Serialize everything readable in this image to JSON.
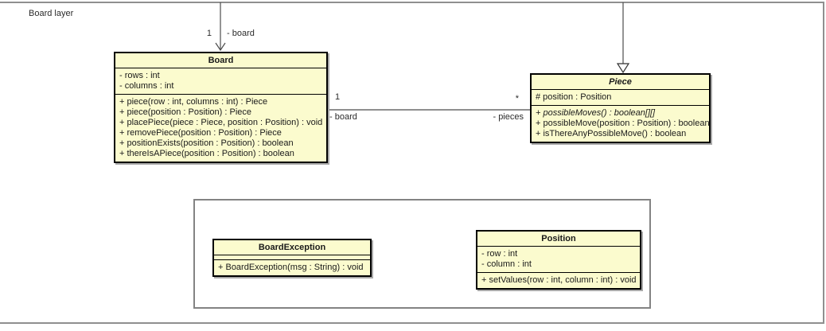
{
  "diagram": {
    "layer_label": "Board layer",
    "colors": {
      "class_fill": "#FBFBCE",
      "class_border": "#000000",
      "frame_border": "#8F8F8F",
      "connector": "#4C4C4C",
      "shadow": "#A8A8A8"
    }
  },
  "classes": {
    "board": {
      "name": "Board",
      "attributes": [
        "- rows : int",
        "- columns : int"
      ],
      "methods": [
        "+ piece(row : int, columns : int) : Piece",
        "+ piece(position : Position) : Piece",
        "+ placePiece(piece : Piece, position : Position) : void",
        "+ removePiece(position : Position) : Piece",
        "+ positionExists(position : Position) : boolean",
        "+ thereIsAPiece(position : Position) : boolean"
      ]
    },
    "piece": {
      "name": "Piece",
      "attributes": [
        "# position : Position"
      ],
      "methods": [
        "+ possibleMoves() : boolean[][]",
        "+ possibleMove(position : Position) : boolean",
        "+ isThereAnyPossibleMove() : boolean"
      ]
    },
    "board_exception": {
      "name": "BoardException",
      "attributes": [],
      "methods": [
        "+ BoardException(msg : String) : void"
      ]
    },
    "position": {
      "name": "Position",
      "attributes": [
        "- row : int",
        "- column : int"
      ],
      "methods": [
        "+ setValues(row : int, column : int) : void"
      ]
    }
  },
  "connectors": {
    "incoming_board": {
      "type": "directed-association",
      "multiplicity": "1",
      "role": "- board"
    },
    "incoming_piece": {
      "type": "generalization"
    },
    "board_piece": {
      "type": "association",
      "board_multiplicity": "1",
      "board_role": "- board",
      "piece_multiplicity": "*",
      "piece_role": "- pieces"
    }
  }
}
